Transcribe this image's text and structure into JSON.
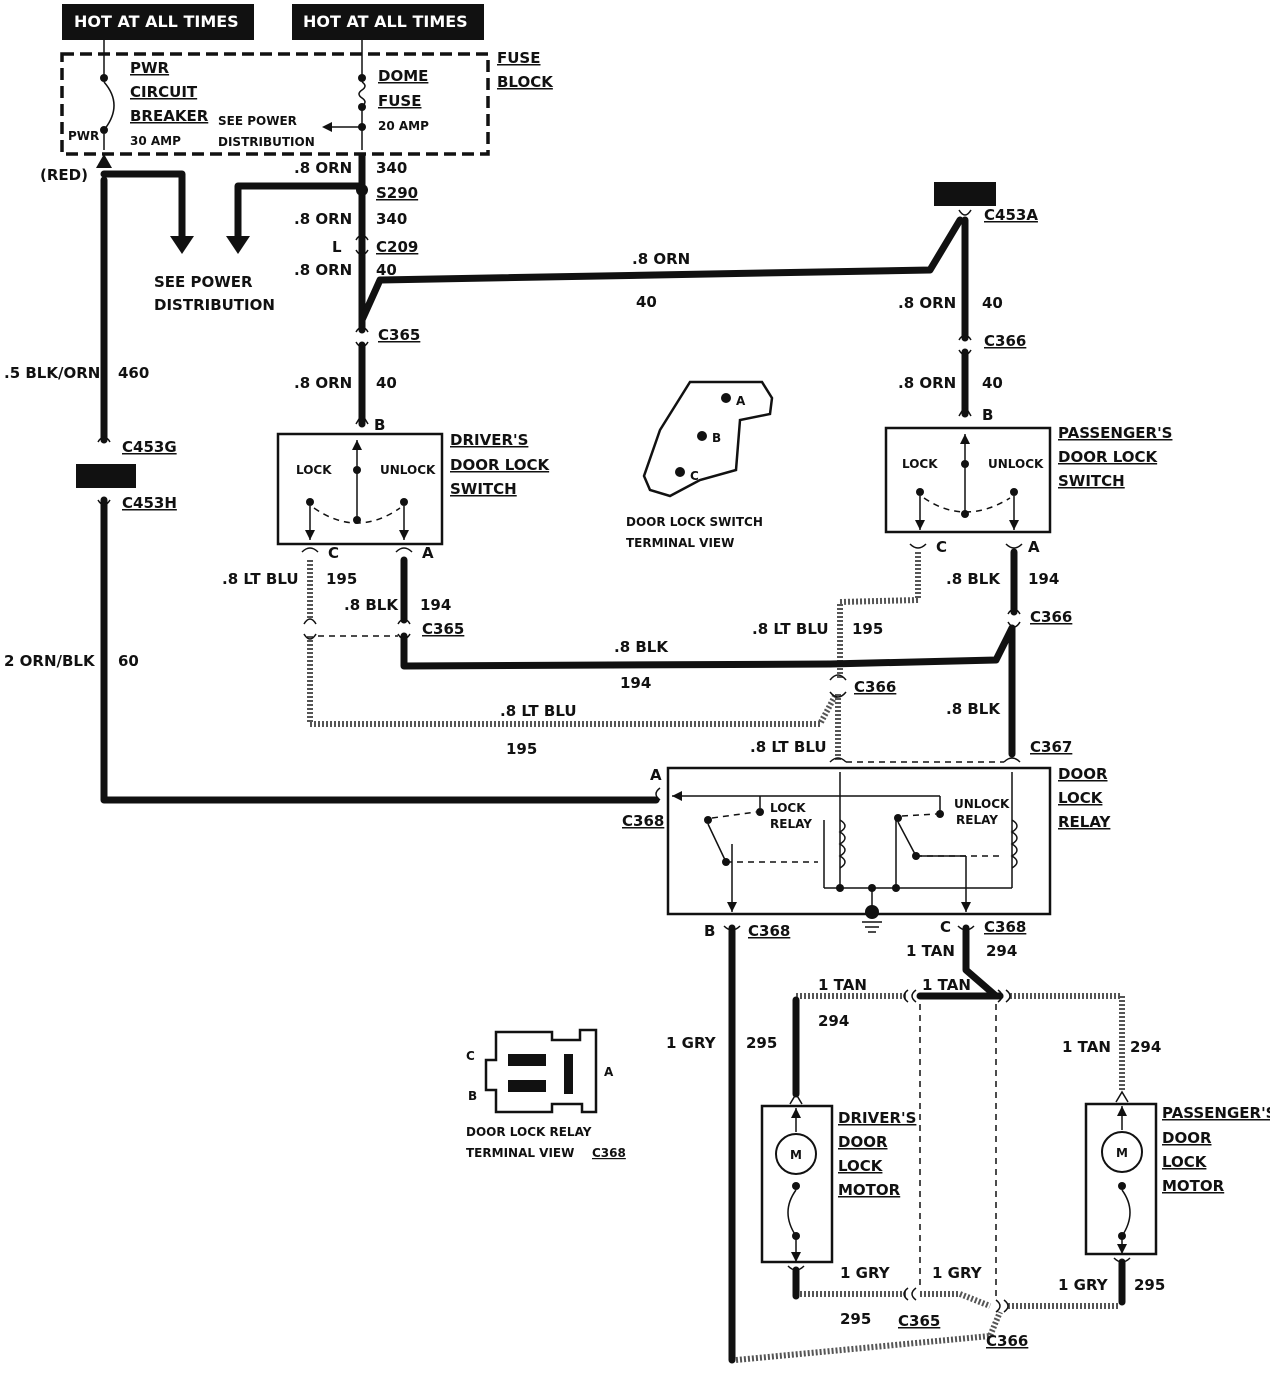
{
  "header": {
    "hot_left": "HOT AT ALL TIMES",
    "hot_right": "HOT AT ALL TIMES"
  },
  "fuse_block": {
    "title_1": "FUSE",
    "title_2": "BLOCK",
    "breaker_1": "PWR",
    "breaker_2": "CIRCUIT",
    "breaker_3": "BREAKER",
    "breaker_amp": "30 AMP",
    "breaker_pwr": "PWR",
    "dome_1": "DOME",
    "dome_2": "FUSE",
    "dome_amp": "20 AMP",
    "see_power_1": "SEE POWER",
    "see_power_2": "DISTRIBUTION"
  },
  "red": "(RED)",
  "see_power_dist_1": "SEE POWER",
  "see_power_dist_2": "DISTRIBUTION",
  "wires": {
    "orn_a": ".8 ORN",
    "n340_a": "340",
    "s290": "S290",
    "orn_b": ".8 ORN",
    "n340_b": "340",
    "l": "L",
    "c209": "C209",
    "orn_c": ".8 ORN",
    "n40_c": "40",
    "orn_top": ".8 ORN",
    "n40_top": "40",
    "c365_a": "C365",
    "orn_d": ".8 ORN",
    "n40_d": "40",
    "c453a": "C453A",
    "orn_e": ".8 ORN",
    "n40_e": "40",
    "c366_a": "C366",
    "orn_f": ".8 ORN",
    "n40_f": "40",
    "blk_orn": ".5 BLK/ORN",
    "n460": "460",
    "c453g": "C453G",
    "c453h": "C453H",
    "orn_blk": "2 ORN/BLK",
    "n60": "60",
    "ltblu_a": ".8 LT BLU",
    "n195_a": "195",
    "blk_a": ".8 BLK",
    "n194_a": "194",
    "c365_b": "C365",
    "blk_b": ".8 BLK",
    "n194_b": "194",
    "ltblu_b": ".8 LT BLU",
    "n195_b": "195",
    "ltblu_c": ".8 LT BLU",
    "n195_c": "195",
    "blk_c": ".8 BLK",
    "n194_c": "194",
    "c366_b": "C366",
    "c366_c": "C366",
    "blk_d": ".8 BLK",
    "ltblu_d": ".8 LT BLU",
    "c367": "C367",
    "term_a_relay": "A",
    "c368_a": "C368",
    "term_b_relay": "B",
    "c368_b": "C368",
    "term_c_relay": "C",
    "c368_c": "C368",
    "tan_a": "1 TAN",
    "n294_a": "294",
    "tan_b": "1 TAN",
    "n294_b": "294",
    "tan_c": "1 TAN",
    "tan_d": "1 TAN",
    "n294_d": "294",
    "gry_a": "1 GRY",
    "n295_a": "295",
    "gry_b": "1 GRY",
    "n295_b": "295",
    "gry_c": "1 GRY",
    "gry_d": "1 GRY",
    "n295_d": "295",
    "c365_c": "C365",
    "c366_d": "C366"
  },
  "driver_switch": {
    "title_1": "DRIVER'S",
    "title_2": "DOOR LOCK",
    "title_3": "SWITCH",
    "lock": "LOCK",
    "unlock": "UNLOCK",
    "t_b": "B",
    "t_c": "C",
    "t_a": "A"
  },
  "passenger_switch": {
    "title_1": "PASSENGER'S",
    "title_2": "DOOR LOCK",
    "title_3": "SWITCH",
    "lock": "LOCK",
    "unlock": "UNLOCK",
    "t_b": "B",
    "t_c": "C",
    "t_a": "A"
  },
  "switch_view": {
    "a": "A",
    "b": "B",
    "c": "C",
    "caption_1": "DOOR LOCK SWITCH",
    "caption_2": "TERMINAL VIEW"
  },
  "relay": {
    "title_1": "DOOR",
    "title_2": "LOCK",
    "title_3": "RELAY",
    "lock_1": "LOCK",
    "lock_2": "RELAY",
    "unlock_1": "UNLOCK",
    "unlock_2": "RELAY"
  },
  "relay_view": {
    "c": "C",
    "b": "B",
    "a": "A",
    "caption_1": "DOOR LOCK RELAY",
    "caption_2": "TERMINAL VIEW",
    "caption_conn": "C368"
  },
  "driver_motor": {
    "m": "M",
    "title_1": "DRIVER'S",
    "title_2": "DOOR",
    "title_3": "LOCK",
    "title_4": "MOTOR"
  },
  "passenger_motor": {
    "m": "M",
    "title_1": "PASSENGER'S",
    "title_2": "DOOR",
    "title_3": "LOCK",
    "title_4": "MOTOR"
  }
}
